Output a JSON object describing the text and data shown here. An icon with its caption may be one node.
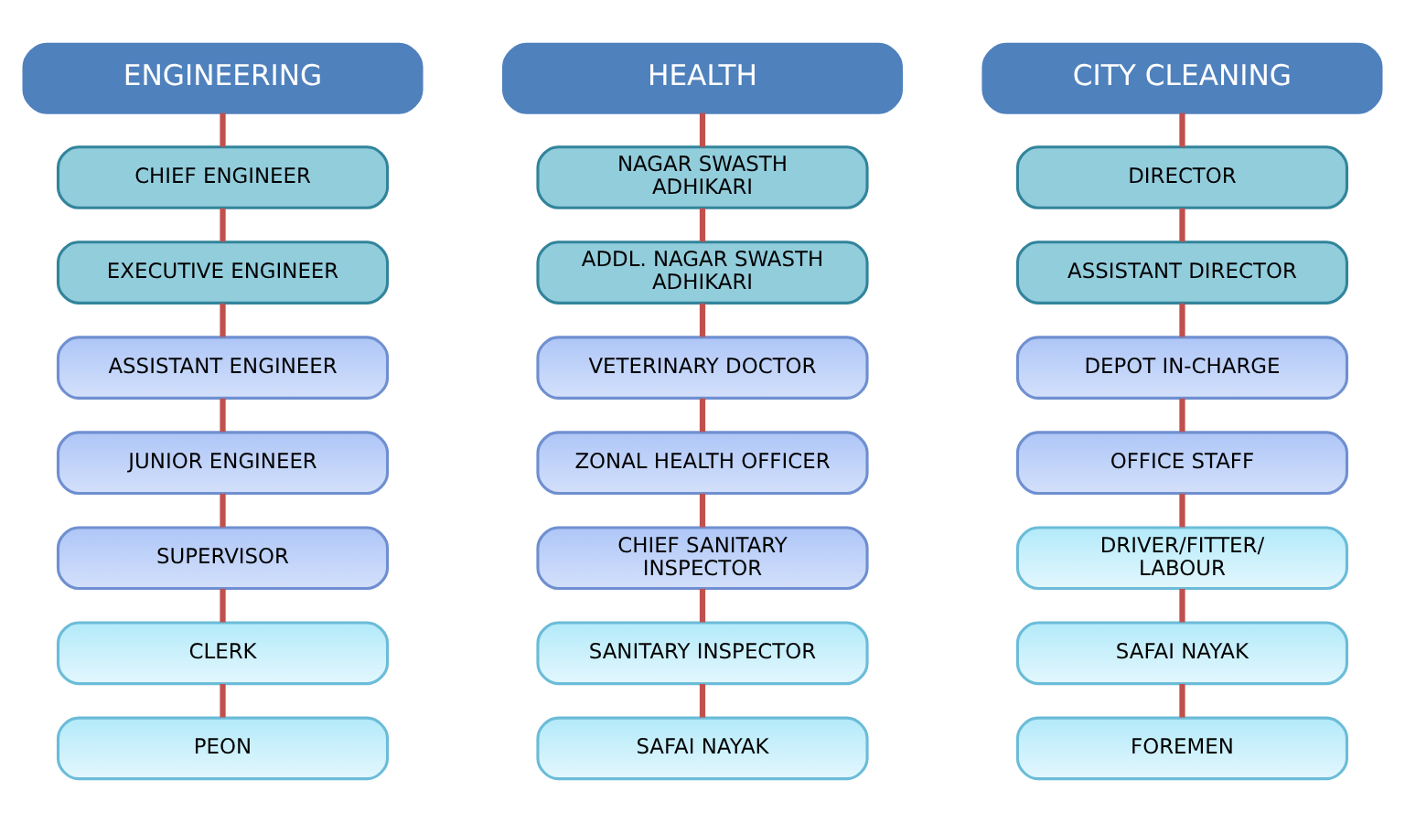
{
  "diagram": {
    "nodes": [
      {
        "text": [
          "ENGINEERING"
        ]
      },
      {
        "text": [
          "CHIEF ENGINEER"
        ]
      },
      {
        "text": [
          "EXECUTIVE ENGINEER"
        ]
      },
      {
        "text": [
          "ASSISTANT ENGINEER"
        ]
      },
      {
        "text": [
          "JUNIOR ENGINEER"
        ]
      },
      {
        "text": [
          "SUPERVISOR"
        ]
      },
      {
        "text": [
          "CLERK"
        ]
      },
      {
        "text": [
          "PEON"
        ]
      },
      {
        "text": [
          "HEALTH"
        ]
      },
      {
        "text": [
          "NAGAR SWASTH ADHIKARI"
        ]
      },
      {
        "text": [
          "ADDL. NAGAR SWASTH ADHIKARI"
        ]
      },
      {
        "text": [
          "VETERINARY DOCTOR"
        ]
      },
      {
        "text": [
          "ZONAL HEALTH OFFICER"
        ]
      },
      {
        "text": [
          "CHIEF SANITARY INSPECTOR"
        ]
      },
      {
        "text": [
          "SANITARY INSPECTOR"
        ]
      },
      {
        "text": [
          "SAFAI NAYAK"
        ]
      },
      {
        "text": [
          "CITY CLEANING"
        ]
      },
      {
        "text": [
          "DIRECTOR"
        ]
      },
      {
        "text": [
          "ASSISTANT DIRECTOR"
        ]
      },
      {
        "text": [
          "DEPOT IN-CHARGE"
        ]
      },
      {
        "text": [
          "OFFICE STAFF"
        ]
      },
      {
        "text": [
          "DRIVER/FITTER/ LABOUR"
        ]
      },
      {
        "text": [
          "SAFAI NAYAK"
        ]
      },
      {
        "text": [
          "FOREMEN"
        ]
      }
    ],
    "edges": [
      {
        "from": 0,
        "to": 1,
        "arrow": "none"
      },
      {
        "from": 1,
        "to": 2,
        "arrow": "none"
      },
      {
        "from": 2,
        "to": 3,
        "arrow": "none"
      },
      {
        "from": 3,
        "to": 4,
        "arrow": "none"
      },
      {
        "from": 4,
        "to": 5,
        "arrow": "none"
      },
      {
        "from": 5,
        "to": 6,
        "arrow": "none"
      },
      {
        "from": 6,
        "to": 7,
        "arrow": "none"
      },
      {
        "from": 8,
        "to": 9,
        "arrow": "none"
      },
      {
        "from": 9,
        "to": 10,
        "arrow": "none"
      },
      {
        "from": 10,
        "to": 11,
        "arrow": "none"
      },
      {
        "from": 11,
        "to": 12,
        "arrow": "none"
      },
      {
        "from": 12,
        "to": 13,
        "arrow": "none"
      },
      {
        "from": 13,
        "to": 14,
        "arrow": "none"
      },
      {
        "from": 14,
        "to": 15,
        "arrow": "none"
      },
      {
        "from": 16,
        "to": 17,
        "arrow": "none"
      },
      {
        "from": 17,
        "to": 18,
        "arrow": "none"
      },
      {
        "from": 18,
        "to": 19,
        "arrow": "none"
      },
      {
        "from": 19,
        "to": 20,
        "arrow": "none"
      },
      {
        "from": 20,
        "to": 21,
        "arrow": "none"
      },
      {
        "from": 21,
        "to": 22,
        "arrow": "none"
      },
      {
        "from": 22,
        "to": 23,
        "arrow": "none"
      }
    ]
  }
}
